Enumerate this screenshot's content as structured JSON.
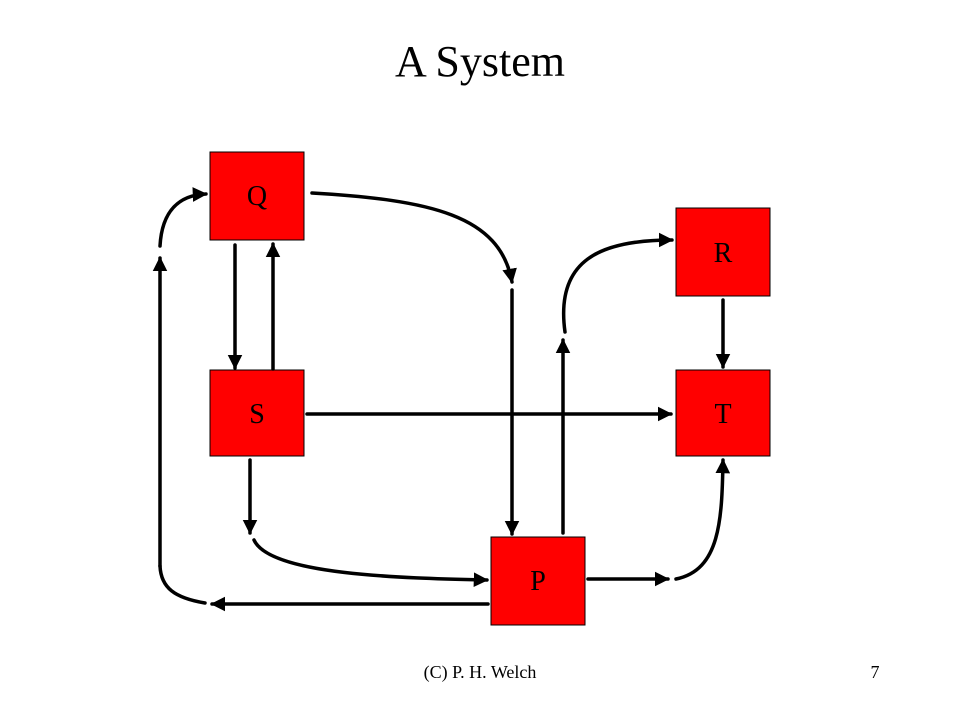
{
  "slide": {
    "title": "A System",
    "footer": "(C) P. H. Welch",
    "page_number": "7"
  },
  "colors": {
    "node_fill": "#ff0000",
    "node_stroke": "#000000",
    "wire": "#000000"
  },
  "nodes": {
    "q": "Q",
    "r": "R",
    "s": "S",
    "t": "T",
    "p": "P"
  }
}
